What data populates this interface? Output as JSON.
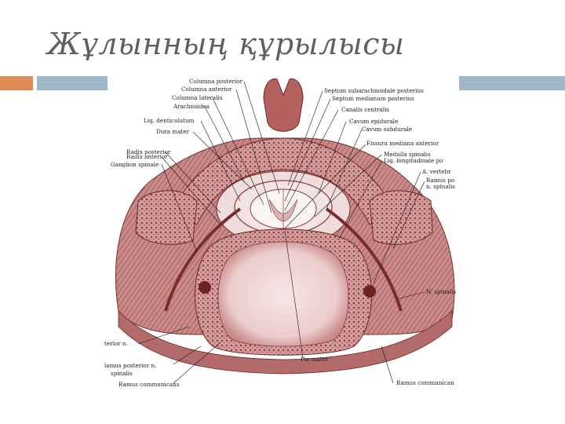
{
  "slide": {
    "title": "Жұлынның құрылысы"
  },
  "figure": {
    "labels": {
      "columna_posterior": "Columna posterior",
      "columna_anterior": "Columna anterior",
      "columna_lateralis": "Columna lateralis",
      "arachnoidea": "Arachnoidea",
      "lig_denticulatum": "Lig. denticulatum",
      "dura_mater": "Dura mater",
      "radix_posterior": "Radix posterior",
      "radix_anterior": "Radix anterior",
      "ganglion_spinale": "Ganglion spinale",
      "septum_subarachnoidale": "Septum subarachnoidale posterius",
      "septum_medianum": "Septum medianum posterius",
      "canalis_centralis": "Canalis centralis",
      "cavum_epidurale": "Cavum epidurale",
      "cavum_subdurale": "Cavum subdurale",
      "fissura_mediana": "Fissura mediana anterior",
      "medulla_spinalis": "Medulla spinalis",
      "lig_longitudinale": "Lig. longitudinale po",
      "a_vertebralis": "A. vertebr",
      "ramus_po": "Ramus po",
      "n_spinalis_r": "n. spinalis",
      "n_spinalis": "N. spinalis",
      "terior_n": "terior n.",
      "ramus_posterior_n": "lamus posterior n.",
      "spinalis_small": "spinalis",
      "ramus_communicans_l": "Ramus communicans",
      "pia_mater": "Pia mater",
      "ramus_communicans_r": "Ramus communican"
    }
  },
  "colors": {
    "accent_orange": "#e08a55",
    "accent_blue": "#9db6c9",
    "tissue": "#c98a8a",
    "tissue_dark": "#8e3b3b",
    "title_gray": "#5f5f5f"
  }
}
